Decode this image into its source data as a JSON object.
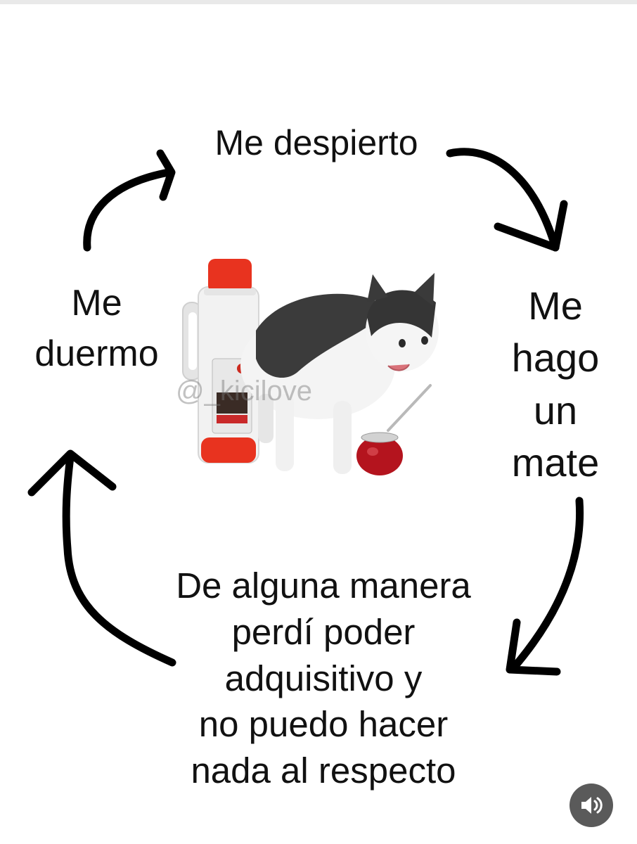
{
  "cycle": {
    "step_1": "Me despierto",
    "step_2": "Me\nhago\nun\nmate",
    "step_3": "De alguna manera\nperdí poder\nadquisitivo y\nno puedo hacer\nnada al respecto",
    "step_4": "Me\nduermo"
  },
  "watermark": "@_kicilove",
  "controls": {
    "sound_icon": "speaker-icon"
  },
  "colors": {
    "arrow": "#000000",
    "text": "#111111",
    "thermos_cap": "#e8331f",
    "mate_gourd": "#b4141e",
    "sound_button_bg": "#5a5a5a"
  }
}
